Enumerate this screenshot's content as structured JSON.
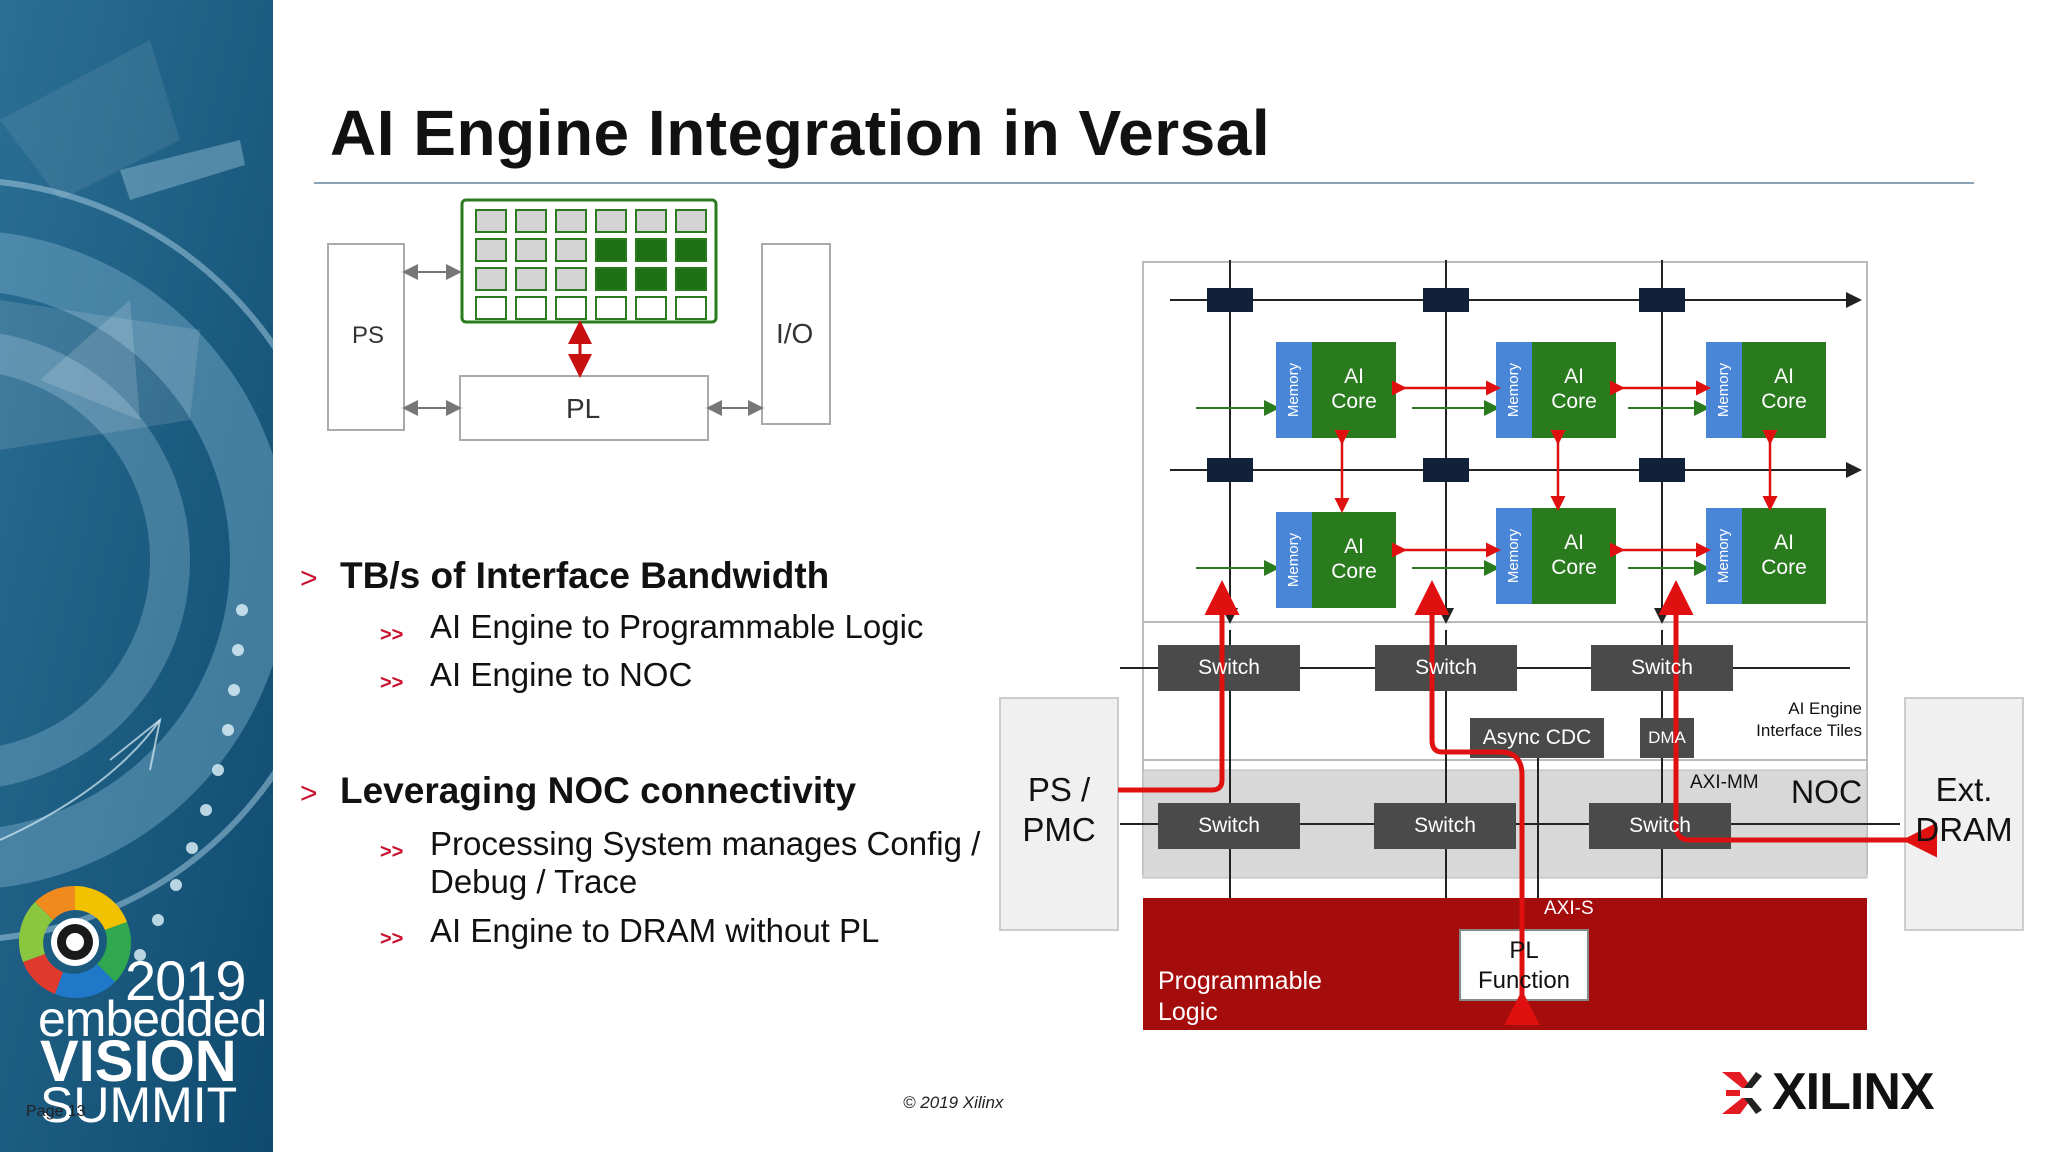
{
  "slide": {
    "title": "AI Engine Integration in Versal",
    "footer_copyright": "© 2019 Xilinx",
    "page_label": "Page 13"
  },
  "branding": {
    "event_year": "2019",
    "event_line1": "embedded",
    "event_line2": "VISION",
    "event_line3": "SUMMIT",
    "company_logo": "XILINX",
    "sidebar_color": "#1a5276"
  },
  "small_diagram": {
    "ps_label": "PS",
    "pl_label": "PL",
    "io_label": "I/O"
  },
  "bullets": [
    {
      "heading": "TB/s of Interface Bandwidth",
      "items": [
        "AI Engine to Programmable Logic",
        "AI Engine to NOC"
      ]
    },
    {
      "heading": "Leveraging NOC connectivity",
      "items": [
        "Processing System manages Config / Debug / Trace",
        "AI Engine to DRAM without PL"
      ]
    }
  ],
  "architecture": {
    "memory_label": "Memory",
    "ai_core_label_1": "AI",
    "ai_core_label_2": "Core",
    "switch_label": "Switch",
    "async_cdc_label": "Async CDC",
    "dma_label": "DMA",
    "interface_tiles_label_1": "AI Engine",
    "interface_tiles_label_2": "Interface Tiles",
    "axi_mm_label": "AXI-MM",
    "noc_label": "NOC",
    "axi_s_label": "AXI-S",
    "ps_pmc_label_1": "PS /",
    "ps_pmc_label_2": "PMC",
    "ext_dram_label_1": "Ext.",
    "ext_dram_label_2": "DRAM",
    "pl_function_label_1": "PL",
    "pl_function_label_2": "Function",
    "programmable_logic_label_1": "Programmable",
    "programmable_logic_label_2": "Logic"
  },
  "colors": {
    "ai_core_green": "#2a7a1e",
    "memory_blue": "#4a86d8",
    "switch_gray": "#4a4a4a",
    "pl_red": "#a50c0c",
    "accent_red": "#e01010"
  }
}
